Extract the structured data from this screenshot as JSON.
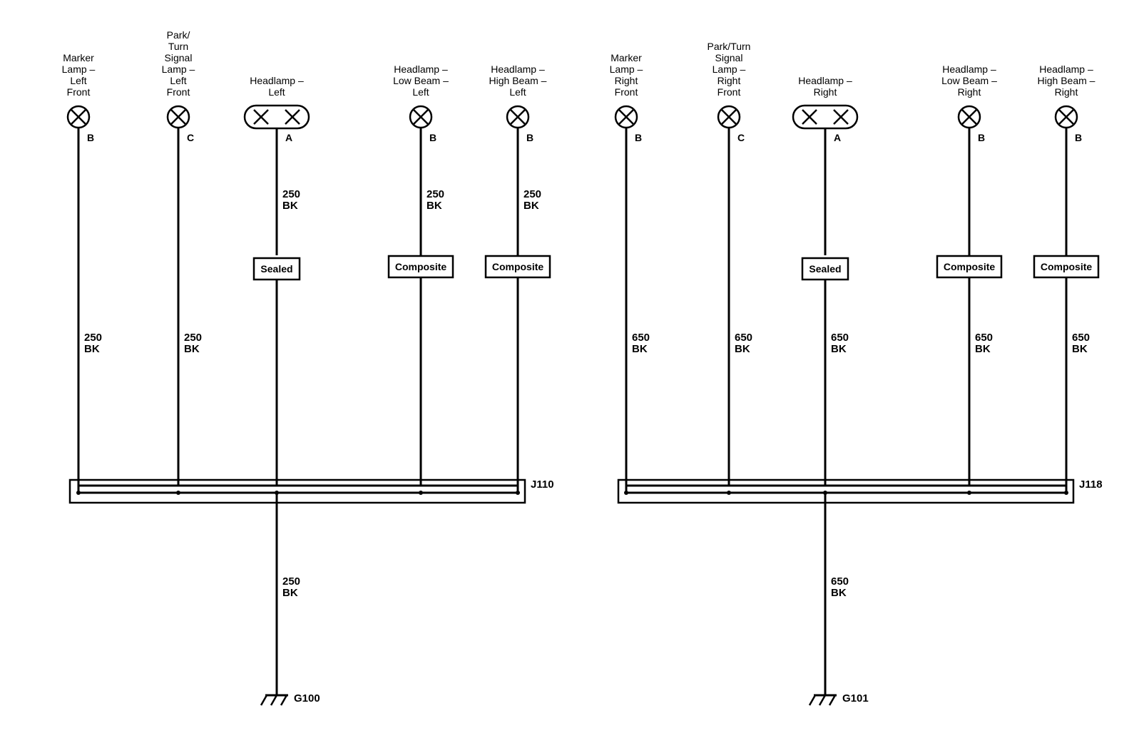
{
  "left": {
    "components": [
      {
        "label_lines": [
          "Marker",
          "Lamp –",
          "Left",
          "Front"
        ],
        "pin": "B",
        "type": "bulb",
        "wire": {
          "circuit": "250",
          "color": "BK"
        }
      },
      {
        "label_lines": [
          "Park/",
          "Turn",
          "Signal",
          "Lamp –",
          "Left",
          "Front"
        ],
        "pin": "C",
        "type": "bulb",
        "wire": {
          "circuit": "250",
          "color": "BK"
        }
      },
      {
        "label_lines": [
          "Headlamp –",
          "Left"
        ],
        "pin": "A",
        "type": "dual",
        "upper_wire": {
          "circuit": "250",
          "color": "BK"
        },
        "box": "Sealed"
      },
      {
        "label_lines": [
          "Headlamp –",
          "Low Beam –",
          "Left"
        ],
        "pin": "B",
        "type": "bulb",
        "upper_wire": {
          "circuit": "250",
          "color": "BK"
        },
        "box": "Composite"
      },
      {
        "label_lines": [
          "Headlamp –",
          "High Beam –",
          "Left"
        ],
        "pin": "B",
        "type": "bulb",
        "upper_wire": {
          "circuit": "250",
          "color": "BK"
        },
        "box": "Composite"
      }
    ],
    "splice": "J110",
    "ground_wire": {
      "circuit": "250",
      "color": "BK"
    },
    "ground": "G100"
  },
  "right": {
    "components": [
      {
        "label_lines": [
          "Marker",
          "Lamp –",
          "Right",
          "Front"
        ],
        "pin": "B",
        "type": "bulb",
        "wire": {
          "circuit": "650",
          "color": "BK"
        }
      },
      {
        "label_lines": [
          "Park/Turn",
          "Signal",
          "Lamp –",
          "Right",
          "Front"
        ],
        "pin": "C",
        "type": "bulb",
        "wire": {
          "circuit": "650",
          "color": "BK"
        }
      },
      {
        "label_lines": [
          "Headlamp –",
          "Right"
        ],
        "pin": "A",
        "type": "dual",
        "box": "Sealed",
        "wire": {
          "circuit": "650",
          "color": "BK"
        }
      },
      {
        "label_lines": [
          "Headlamp –",
          "Low Beam –",
          "Right"
        ],
        "pin": "B",
        "type": "bulb",
        "box": "Composite",
        "wire": {
          "circuit": "650",
          "color": "BK"
        }
      },
      {
        "label_lines": [
          "Headlamp –",
          "High Beam –",
          "Right"
        ],
        "pin": "B",
        "type": "bulb",
        "box": "Composite",
        "wire": {
          "circuit": "650",
          "color": "BK"
        }
      }
    ],
    "splice": "J118",
    "ground_wire": {
      "circuit": "650",
      "color": "BK"
    },
    "ground": "G101"
  }
}
